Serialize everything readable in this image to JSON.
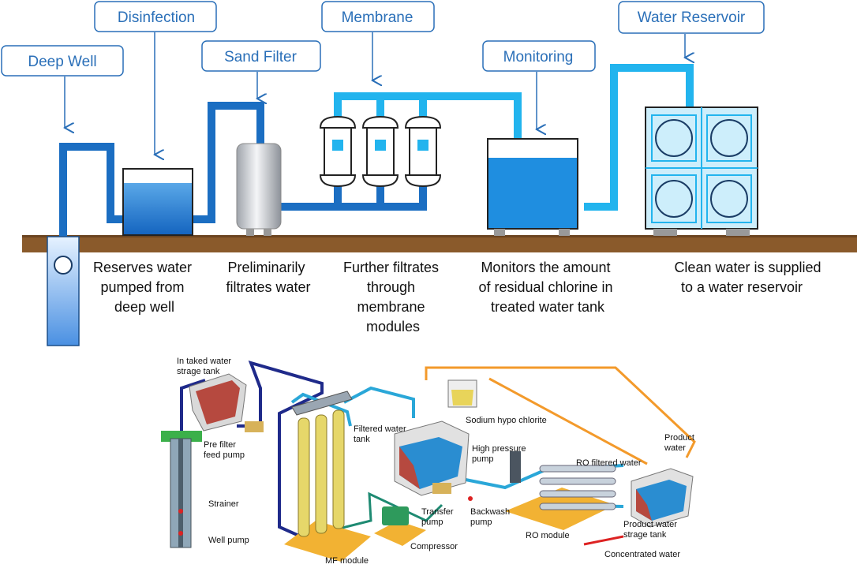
{
  "stage_labels": {
    "deep_well": "Deep Well",
    "disinfection": "Disinfection",
    "sand_filter": "Sand Filter",
    "membrane": "Membrane",
    "monitoring": "Monitoring",
    "water_reservoir": "Water Reservoir"
  },
  "descriptions": {
    "deep_well": [
      "Reserves water",
      "pumped  from",
      "deep well"
    ],
    "sand_filter": [
      "Preliminarily",
      "filtrates water"
    ],
    "membrane": [
      "Further filtrates",
      "through",
      "membrane",
      "modules"
    ],
    "monitoring": [
      "Monitors the amount",
      "of residual chlorine in",
      "treated water tank"
    ],
    "reservoir": [
      "Clean water is supplied",
      "to a water reservoir"
    ]
  },
  "process_labels": {
    "intake_tank": [
      "In taked water",
      "strage tank"
    ],
    "pre_filter_pump": [
      "Pre filter",
      "feed pump"
    ],
    "strainer": "Strainer",
    "well_pump": "Well pump",
    "filtered_tank": [
      "Filtered water",
      "tank"
    ],
    "sodium": "Sodium hypo chlorite",
    "high_pressure_pump": [
      "High pressure",
      "pump"
    ],
    "ro_filtered": "RO filtered water",
    "product_water": [
      "Product",
      "water"
    ],
    "transfer_pump": [
      "Transfer",
      "pump"
    ],
    "backwash_pump": [
      "Backwash",
      "pump"
    ],
    "product_tank": [
      "Product water",
      "strage tank"
    ],
    "ro_module": "RO module",
    "compressor": "Compressor",
    "mf_module": "MF module",
    "concentrated": "Concentrated water"
  },
  "colors": {
    "pipe_dark": "#1b6ec2",
    "pipe_light": "#22b4ee",
    "callout_border": "#2a6fb8",
    "ground": "#8a5a2b",
    "water": "#1f8ee0"
  }
}
